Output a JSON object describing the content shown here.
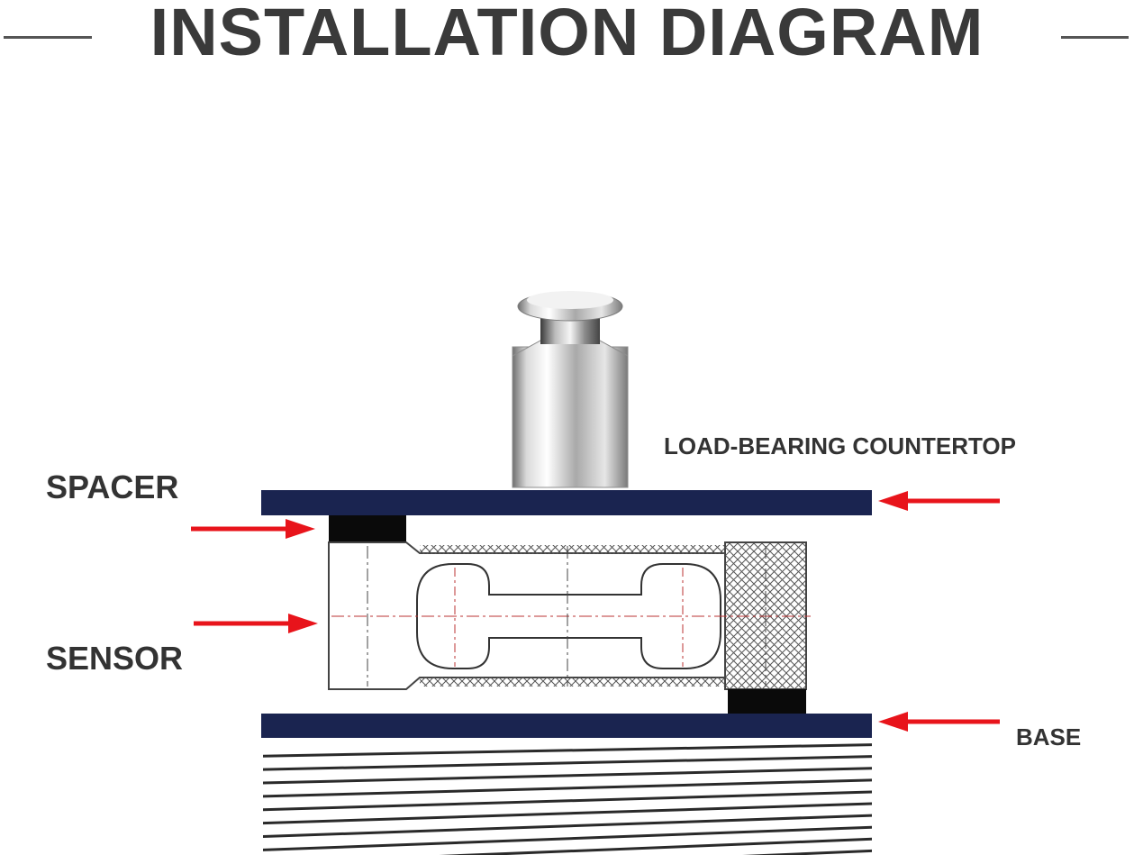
{
  "title": "INSTALLATION DIAGRAM",
  "labels": {
    "load_bearing_countertop": "LOAD-BEARING COUNTERTOP",
    "spacer": "SPACER",
    "sensor": "SENSOR",
    "base": "BASE"
  },
  "colors": {
    "plate": "#1a2450",
    "spacer_block": "#0a0a0a",
    "arrow": "#e8141b",
    "hatch": "#2a2a2a",
    "text": "#333333"
  }
}
